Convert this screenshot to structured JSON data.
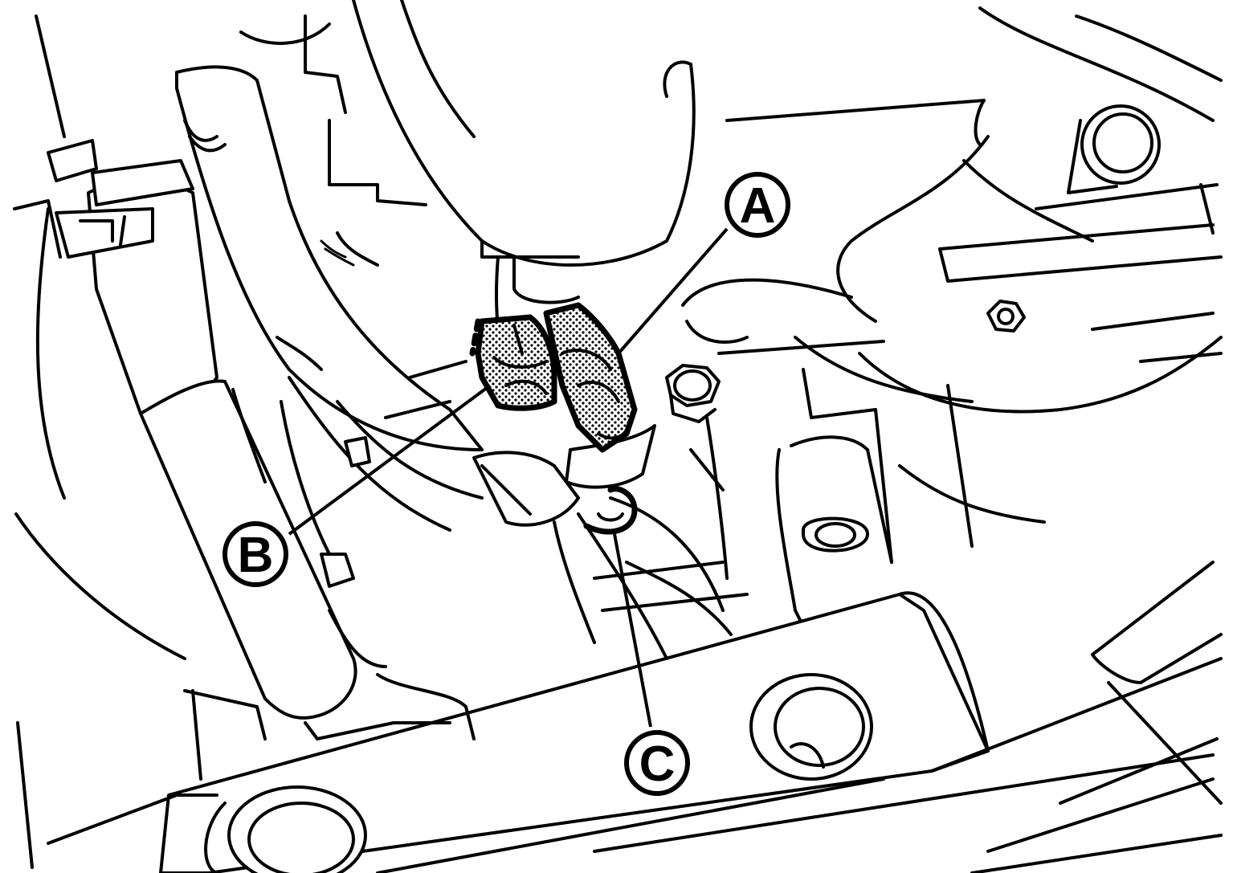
{
  "callouts": [
    {
      "id": "A",
      "label": "A"
    },
    {
      "id": "B",
      "label": "B"
    },
    {
      "id": "C",
      "label": "C"
    }
  ],
  "colors": {
    "line": "#000000",
    "background": "#ffffff",
    "stipple": "#000000"
  }
}
